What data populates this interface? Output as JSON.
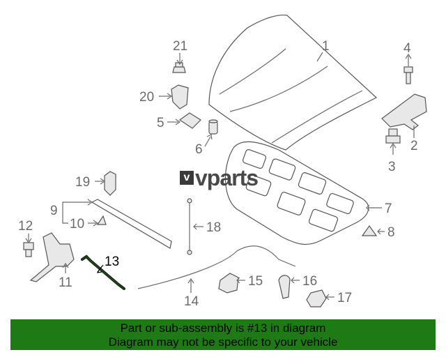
{
  "callouts": {
    "c1": "1",
    "c2": "2",
    "c3": "3",
    "c4": "4",
    "c5": "5",
    "c6": "6",
    "c7": "7",
    "c8": "8",
    "c9": "9",
    "c10": "10",
    "c11": "11",
    "c12": "12",
    "c13": "13",
    "c14": "14",
    "c15": "15",
    "c16": "16",
    "c17": "17",
    "c18": "18",
    "c19": "19",
    "c20": "20",
    "c21": "21"
  },
  "logo": {
    "mark": "v",
    "text": "vparts"
  },
  "banner": {
    "line1": "Part or sub-assembly is #13 in diagram",
    "line2": "Diagram may not be specific to your vehicle",
    "color": "#1e7a14"
  },
  "highlight_color": "#1a4a12"
}
